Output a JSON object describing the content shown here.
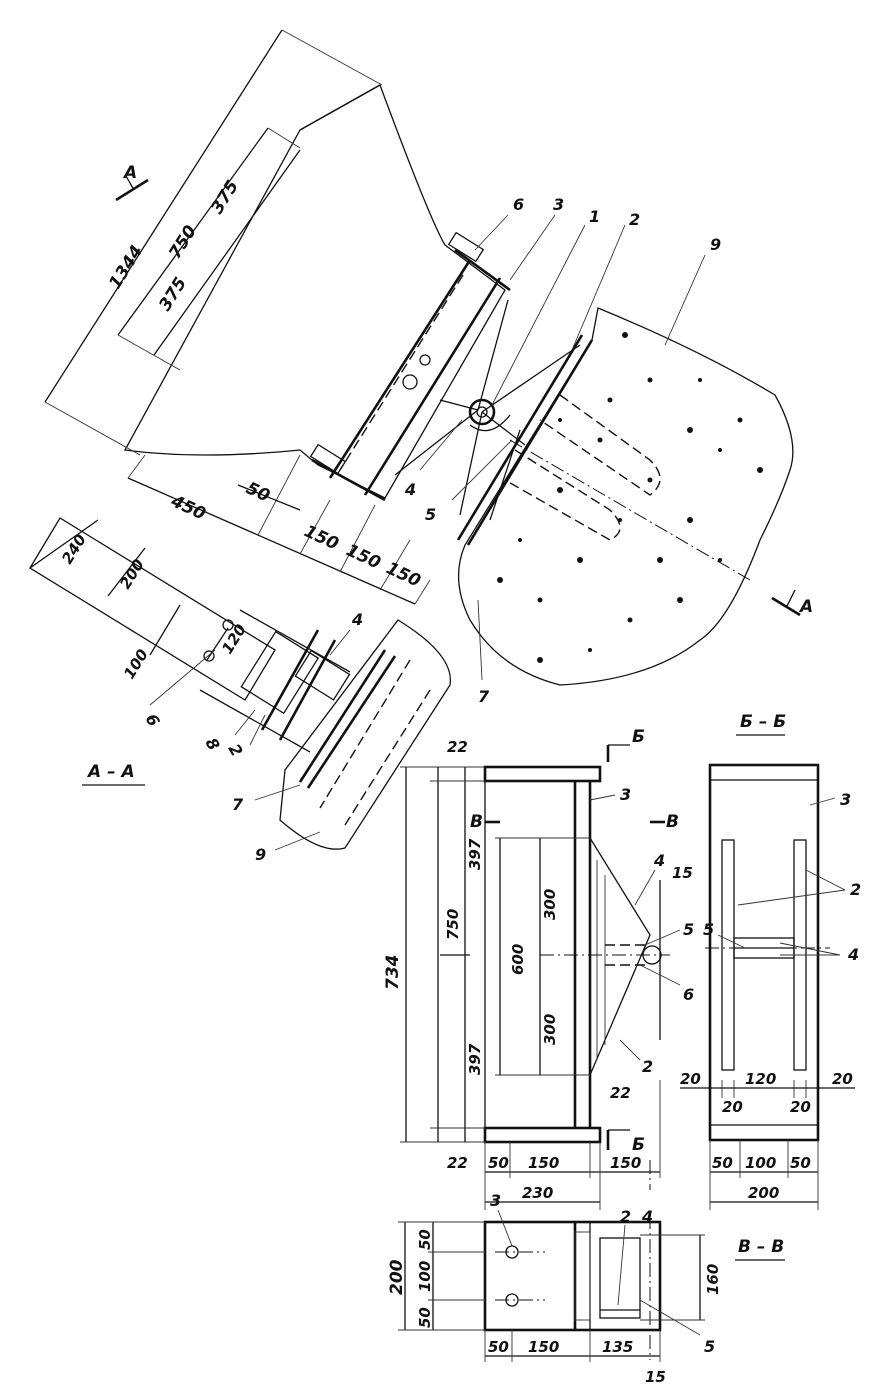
{
  "view_top": {
    "dims": {
      "d1344": "1344",
      "d750": "750",
      "d375a": "375",
      "d375b": "375",
      "d450": "450",
      "d50": "50",
      "d150a": "150",
      "d150b": "150",
      "d150c": "150"
    },
    "labels": {
      "l1": "1",
      "l2": "2",
      "l3": "3",
      "l4": "4",
      "l5": "5",
      "l6": "6",
      "l7": "7",
      "l9": "9"
    },
    "section_marks": {
      "a_left": "A",
      "a_right": "A"
    }
  },
  "view_aa": {
    "title": "A – A",
    "dims": {
      "d240": "240",
      "d200": "200",
      "d100": "100",
      "d120": "120"
    },
    "labels": {
      "l4": "4",
      "l6": "6",
      "l7": "7",
      "l8": "8",
      "l9": "9",
      "l2": "2"
    }
  },
  "view_front": {
    "dims": {
      "d22top": "22",
      "d22bot": "22",
      "d22web": "22",
      "d734": "734",
      "d750": "750",
      "d397a": "397",
      "d397b": "397",
      "d600": "600",
      "d300a": "300",
      "d300b": "300",
      "d15": "15",
      "d50": "50",
      "d150a": "150",
      "d150b": "150",
      "d230": "230"
    },
    "labels": {
      "l2": "2",
      "l3": "3",
      "l4": "4",
      "l5": "5",
      "l6": "6"
    },
    "section_marks": {
      "b_top": "Б",
      "b_bot": "Б",
      "v_left": "В",
      "v_right": "В"
    }
  },
  "view_bb": {
    "title": "Б – Б",
    "dims": {
      "d20a": "20",
      "d120": "120",
      "d20b": "20",
      "d20c": "20",
      "d20d": "20",
      "d50a": "50",
      "d100": "100",
      "d50b": "50",
      "d200": "200"
    },
    "labels": {
      "l2": "2",
      "l3": "3",
      "l4": "4",
      "l5": "5"
    }
  },
  "view_vv": {
    "title": "В – В",
    "dims": {
      "d200": "200",
      "d50a": "50",
      "d100": "100",
      "d50b": "50",
      "d50c": "50",
      "d150": "150",
      "d135": "135",
      "d160": "160",
      "d15": "15"
    },
    "labels": {
      "l2": "2",
      "l3": "3",
      "l4": "4",
      "l5": "5"
    }
  }
}
